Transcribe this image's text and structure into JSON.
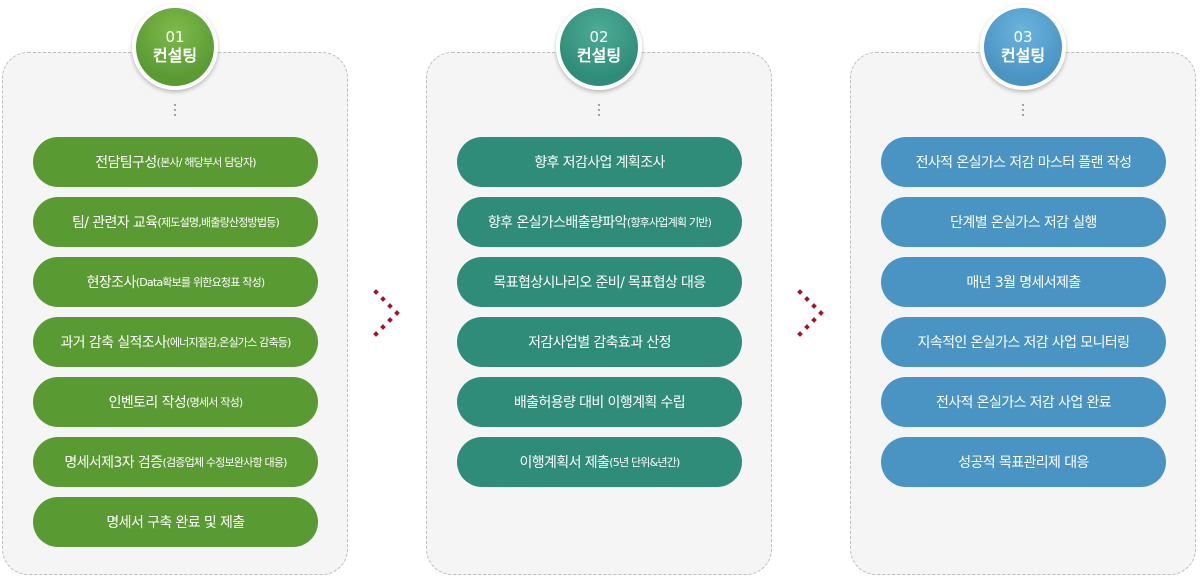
{
  "colors": {
    "step1": "#5a9a33",
    "step1_badge_top": "#7fba4a",
    "step2": "#2e8c78",
    "step2_badge_top": "#4eab96",
    "step3": "#4a94c4",
    "step3_badge_top": "#6cb4dd",
    "arrow": "#a3122b"
  },
  "steps": [
    {
      "number": "01",
      "label": "컨설팅",
      "items": [
        {
          "main": "전담팀구성",
          "sub": " (본사/ 해당부서 담당자)"
        },
        {
          "main": "팀/ 관련자 교육",
          "sub": " (제도설명,배출량산정방법등)"
        },
        {
          "main": "현장조사",
          "sub": " (Data확보를 위한요청표 작성)"
        },
        {
          "main": "과거 감축 실적조사",
          "sub": " (에너지절감,온실가스 감축등)"
        },
        {
          "main": "인벤토리 작성",
          "sub": " (명세서 작성)"
        },
        {
          "main": "명세서제3자 검증",
          "sub": " (검증업체 수정보완사항 대응)"
        },
        {
          "main": "명세서 구축 완료 및 제출",
          "sub": ""
        }
      ]
    },
    {
      "number": "02",
      "label": "컨설팅",
      "items": [
        {
          "main": "향후 저감사업 계획조사",
          "sub": ""
        },
        {
          "main": "향후 온실가스배출량파악",
          "sub": "(향후사업계획 기반)"
        },
        {
          "main": "목표협상시나리오 준비/ 목표협상 대응",
          "sub": ""
        },
        {
          "main": "저감사업별 감축효과 산정",
          "sub": ""
        },
        {
          "main": "배출허용량 대비 이행계획 수립",
          "sub": ""
        },
        {
          "main": "이행계획서 제출",
          "sub": " (5년 단위&년간)"
        }
      ]
    },
    {
      "number": "03",
      "label": "컨설팅",
      "items": [
        {
          "main": "전사적 온실가스 저감 마스터 플랜 작성",
          "sub": ""
        },
        {
          "main": "단계별 온실가스 저감 실행",
          "sub": ""
        },
        {
          "main": "매년 3월 명세서제출",
          "sub": ""
        },
        {
          "main": "지속적인 온실가스 저감 사업 모니터링",
          "sub": ""
        },
        {
          "main": "전사적 온실가스 저감 사업 완료",
          "sub": ""
        },
        {
          "main": "성공적 목표관리제 대응",
          "sub": ""
        }
      ]
    }
  ]
}
